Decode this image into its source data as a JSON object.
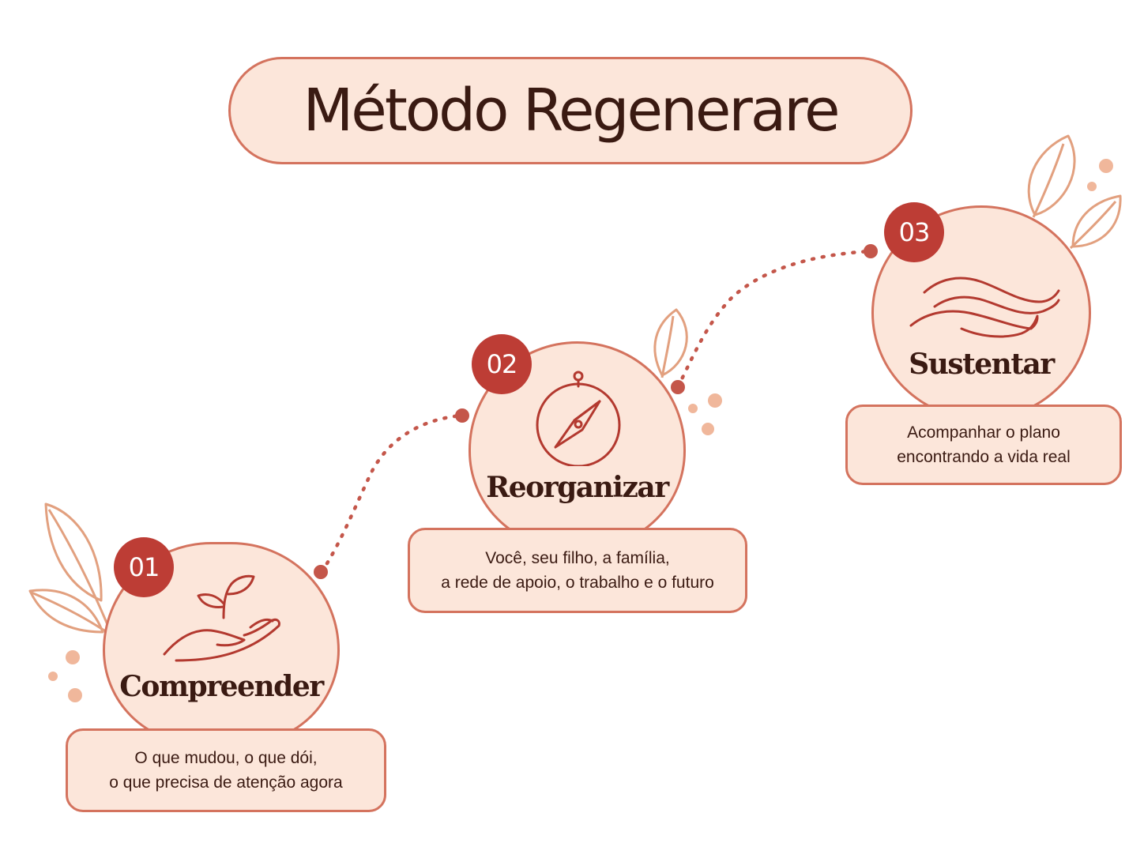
{
  "title": "Método Regenerare",
  "colors": {
    "accent_line": "#d4735e",
    "fill": "#fce6da",
    "badge": "#bd3d35",
    "text": "#3a1a12",
    "leaf": "#e2a07f",
    "dot": "#f0b79b",
    "icon": "#b3392f"
  },
  "steps": [
    {
      "number": "01",
      "name": "Compreender",
      "icon": "hand-sprout-icon",
      "description": [
        "O que mudou, o que dói,",
        "o que precisa de atenção agora"
      ]
    },
    {
      "number": "02",
      "name": "Reorganizar",
      "icon": "compass-icon",
      "description": [
        "Você, seu filho, a família,",
        "a rede de apoio, o trabalho e o futuro"
      ]
    },
    {
      "number": "03",
      "name": "Sustentar",
      "icon": "waves-icon",
      "description": [
        "Acompanhar o plano",
        "encontrando a vida real"
      ]
    }
  ]
}
